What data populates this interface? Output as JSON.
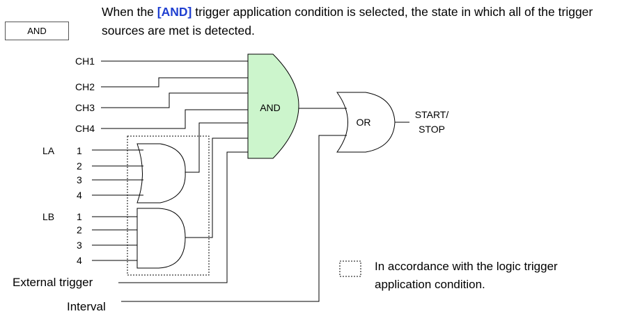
{
  "mode_button": "AND",
  "description": {
    "prefix": "When the ",
    "keyword": "[AND]",
    "suffix": " trigger application condition is selected, the state in which all of the trigger sources are met is detected."
  },
  "channels": [
    "CH1",
    "CH2",
    "CH3",
    "CH4"
  ],
  "logic_groups": [
    {
      "name": "LA",
      "inputs": [
        "1",
        "2",
        "3",
        "4"
      ]
    },
    {
      "name": "LB",
      "inputs": [
        "1",
        "2",
        "3",
        "4"
      ]
    }
  ],
  "external_trigger_label": "External trigger",
  "interval_label": "Interval",
  "and_gate_label": "AND",
  "or_gate_label": "OR",
  "output_label": [
    "START/",
    "STOP"
  ],
  "legend_text": [
    "In accordance with the logic trigger",
    "application condition."
  ],
  "colors": {
    "and_gate_fill": "#ccf5cc",
    "keyword": "#1f3fd0",
    "line": "#000000"
  }
}
